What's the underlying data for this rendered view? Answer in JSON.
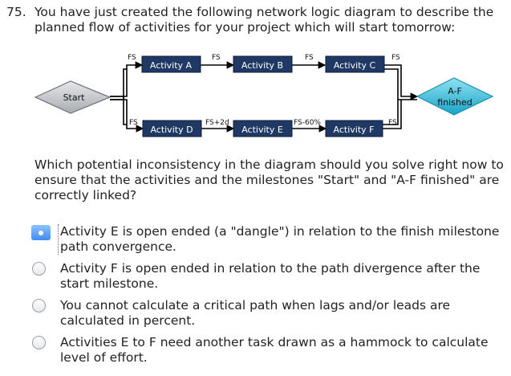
{
  "question": {
    "number": "75.",
    "text": "You have just created the following network logic diagram to describe the planned flow of activities for your project which will start tomorrow:",
    "subtext": "Which potential inconsistency in the diagram should you solve right now to ensure that the activities and the milestones \"Start\" and \"A-F finished\" are correctly linked?"
  },
  "diagram": {
    "start_label": "Start",
    "end_label_1": "A-F",
    "end_label_2": "finished",
    "activities": {
      "a": "Activity A",
      "b": "Activity B",
      "c": "Activity C",
      "d": "Activity D",
      "e": "Activity E",
      "f": "Activity F"
    },
    "links": {
      "start_a": "FS",
      "a_b": "FS",
      "b_c": "FS",
      "c_end": "FS",
      "start_d": "FS",
      "d_e": "FS+2d",
      "e_f": "FS-60%",
      "f_end": "FS"
    },
    "colors": {
      "box_fill": "#1f3864",
      "box_text": "#ffffff",
      "start_fill": "#c7c9cc",
      "end_fill": "#2fb6d6",
      "line": "#000000"
    }
  },
  "options": [
    {
      "label": "Activity E is open ended (a \"dangle\") in relation to the finish milestone path convergence.",
      "selected": true
    },
    {
      "label": "Activity F is open ended in relation to the path divergence after the start milestone.",
      "selected": false
    },
    {
      "label": "You cannot calculate a critical path when lags and/or leads are calculated in percent.",
      "selected": false
    },
    {
      "label": "Activities E to F need another task drawn as a hammock to calculate level of effort.",
      "selected": false
    }
  ]
}
